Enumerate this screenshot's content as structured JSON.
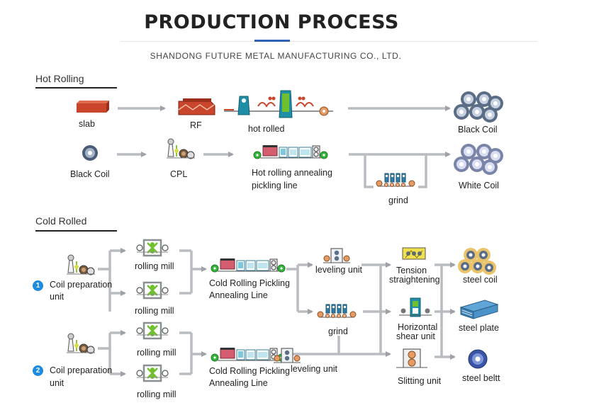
{
  "header": {
    "title": "PRODUCTION PROCESS",
    "subtitle": "SHANDONG FUTURE METAL MANUFACTURING CO., LTD."
  },
  "hot_rolling": {
    "section_title": "Hot Rolling",
    "slab": "slab",
    "rf": "RF",
    "hot_rolled": "hot rolled",
    "black_coil_output": "Black Coil",
    "black_coil_input": "Black Coil",
    "cpl": "CPL",
    "annealing_line_1": "Hot rolling annealing",
    "annealing_line_2": "pickling line",
    "grind": "grind",
    "white_coil": "White Coil"
  },
  "cold_rolled": {
    "section_title": "Cold Rolled",
    "prep1_badge": "1",
    "prep1_line1": "Coil preparation",
    "prep1_line2": "unit",
    "prep2_badge": "2",
    "prep2_line1": "Coil preparation",
    "prep2_line2": "unit",
    "mill_1": "rolling mill",
    "mill_2": "rolling mill",
    "mill_3": "rolling mill",
    "mill_4": "rolling mill",
    "crap1_line1": "Cold Rolling Pickling",
    "crap1_line2": "Annealing Line",
    "crap2_line1": "Cold Rolling Pickling",
    "crap2_line2": "Annealing Line",
    "leveling_1": "leveling unit",
    "leveling_2": "leveling unit",
    "grind": "grind",
    "tension_1": "Tension",
    "tension_2": "straightening",
    "shear_1": "Horizontal",
    "shear_2": "shear unit",
    "slitting": "Slitting unit",
    "steel_coil": "steel coil",
    "steel_plate": "steel plate",
    "steel_belt": "steel beltt"
  },
  "colors": {
    "arrow": "#b9bcc0",
    "slab": "#c9452c",
    "coil_dark": "#5a6c86",
    "coil_light": "#c7d1df",
    "coil_gold": "#e8c36a",
    "roller": "#35b33a",
    "accent_blue": "#2f62b5",
    "badge": "#1d8be0"
  }
}
